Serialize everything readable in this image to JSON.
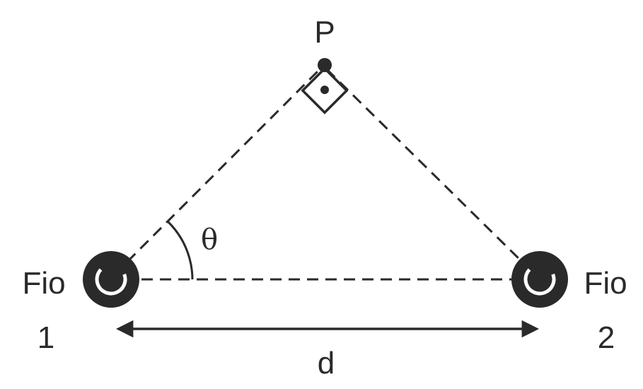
{
  "labels": {
    "point": "P",
    "angle": "θ",
    "distance": "d",
    "wire1_word": "Fio",
    "wire1_number": "1",
    "wire2_word": "Fio",
    "wire2_number": "2"
  },
  "colors": {
    "ink": "#2a2a2a",
    "background": "#ffffff"
  },
  "icons": {
    "wire1": "wire-current-into-page-icon",
    "wire2": "wire-current-into-page-icon",
    "field_at_P": "field-out-of-page-icon",
    "right_angle": "right-angle-marker-icon"
  }
}
